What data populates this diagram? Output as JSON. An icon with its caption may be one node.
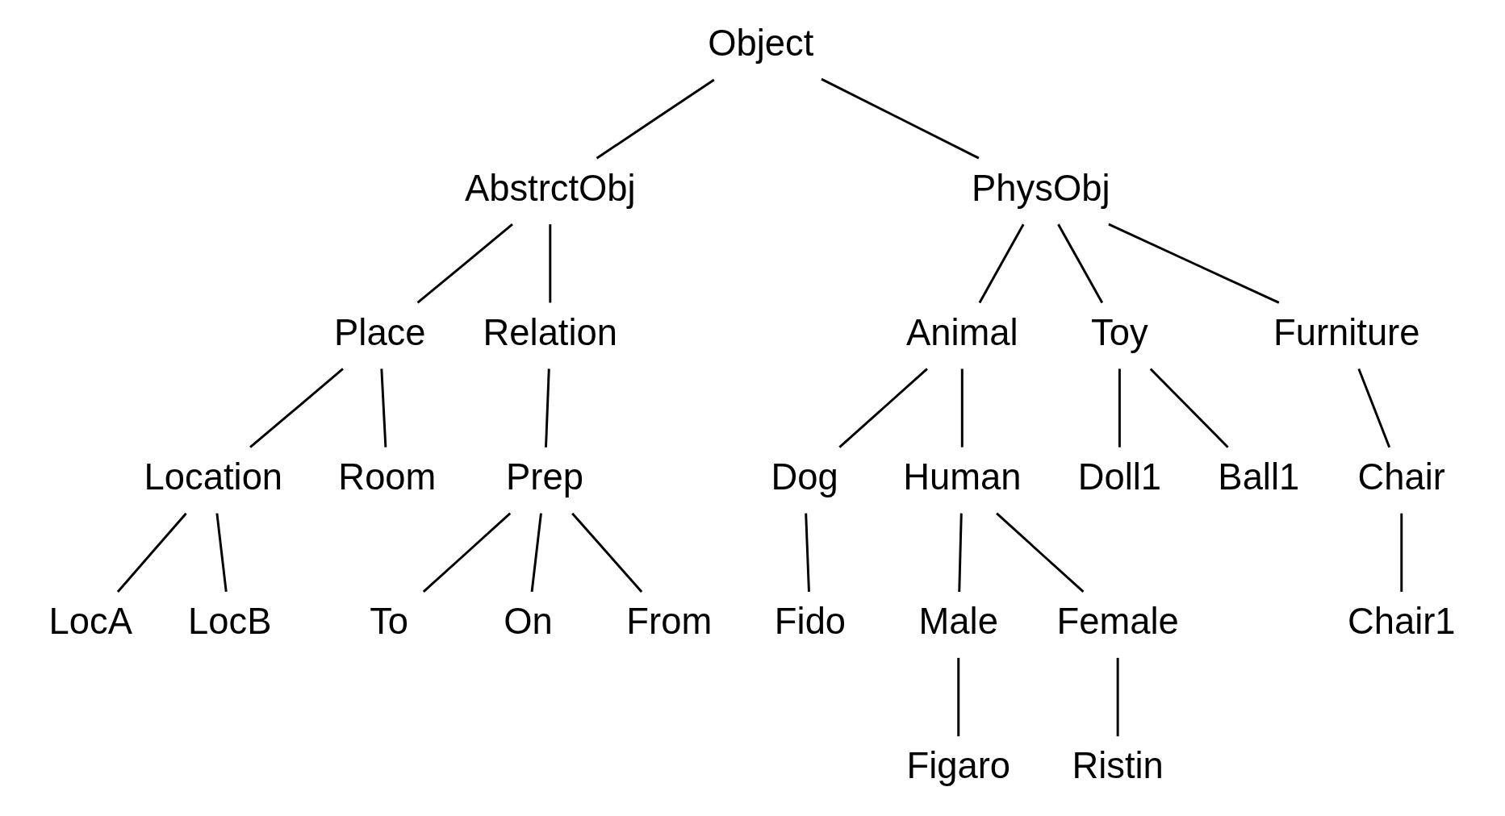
{
  "diagram": {
    "nodes": [
      {
        "text": [
          "Object"
        ]
      },
      {
        "text": [
          "AbstrctObj"
        ]
      },
      {
        "text": [
          "PhysObj"
        ]
      },
      {
        "text": [
          "Place"
        ]
      },
      {
        "text": [
          "Relation"
        ]
      },
      {
        "text": [
          "Animal"
        ]
      },
      {
        "text": [
          "Toy"
        ]
      },
      {
        "text": [
          "Furniture"
        ]
      },
      {
        "text": [
          "Prep"
        ]
      },
      {
        "text": [
          "Doll1"
        ]
      },
      {
        "text": [
          "To"
        ]
      },
      {
        "text": [
          "Ball1"
        ]
      },
      {
        "text": [
          "On"
        ]
      },
      {
        "text": [
          "Dog"
        ]
      },
      {
        "text": [
          "Chair"
        ]
      },
      {
        "text": [
          "Location"
        ]
      },
      {
        "text": [
          "Human"
        ]
      },
      {
        "text": [
          "From"
        ]
      },
      {
        "text": [
          "Room"
        ]
      },
      {
        "text": [
          "Fido"
        ]
      },
      {
        "text": [
          "LocA"
        ]
      },
      {
        "text": [
          "Male"
        ]
      },
      {
        "text": [
          "LocB"
        ]
      },
      {
        "text": [
          "Female"
        ]
      },
      {
        "text": [
          "Chair1"
        ]
      },
      {
        "text": [
          "Figaro"
        ]
      },
      {
        "text": [
          "Ristin"
        ]
      }
    ],
    "edges": [
      {
        "from": 0,
        "to": 1,
        "arrow": "none"
      },
      {
        "from": 0,
        "to": 2,
        "arrow": "none"
      },
      {
        "from": 1,
        "to": 3,
        "arrow": "none"
      },
      {
        "from": 1,
        "to": 4,
        "arrow": "none"
      },
      {
        "from": 2,
        "to": 5,
        "arrow": "none"
      },
      {
        "from": 2,
        "to": 6,
        "arrow": "none"
      },
      {
        "from": 2,
        "to": 7,
        "arrow": "none"
      },
      {
        "from": 3,
        "to": 15,
        "arrow": "none"
      },
      {
        "from": 3,
        "to": 18,
        "arrow": "none"
      },
      {
        "from": 4,
        "to": 8,
        "arrow": "none"
      },
      {
        "from": 8,
        "to": 10,
        "arrow": "none"
      },
      {
        "from": 8,
        "to": 12,
        "arrow": "none"
      },
      {
        "from": 8,
        "to": 17,
        "arrow": "none"
      },
      {
        "from": 6,
        "to": 9,
        "arrow": "none"
      },
      {
        "from": 6,
        "to": 11,
        "arrow": "none"
      },
      {
        "from": 5,
        "to": 13,
        "arrow": "none"
      },
      {
        "from": 5,
        "to": 16,
        "arrow": "none"
      },
      {
        "from": 7,
        "to": 14,
        "arrow": "none"
      },
      {
        "from": 15,
        "to": 22,
        "arrow": "none"
      },
      {
        "from": 15,
        "to": 20,
        "arrow": "none"
      },
      {
        "from": 13,
        "to": 19,
        "arrow": "none"
      },
      {
        "from": 16,
        "to": 21,
        "arrow": "none"
      },
      {
        "from": 16,
        "to": 23,
        "arrow": "none"
      },
      {
        "from": 14,
        "to": 24,
        "arrow": "none"
      },
      {
        "from": 21,
        "to": 25,
        "arrow": "none"
      },
      {
        "from": 23,
        "to": 26,
        "arrow": "none"
      }
    ]
  }
}
